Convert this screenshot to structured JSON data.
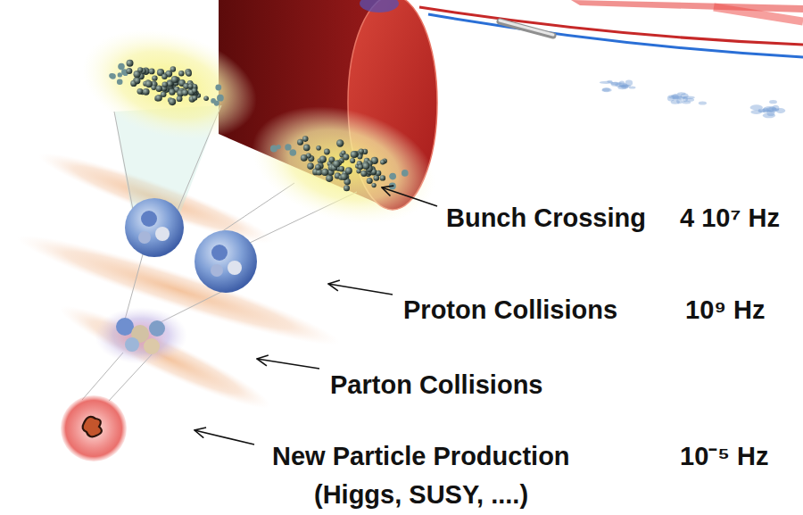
{
  "diagram": {
    "labels": [
      "Bunch Crossing",
      "4 10⁷ Hz",
      "Proton Collisions",
      "10⁹ Hz",
      "Parton Collisions",
      "New Particle Production",
      "(Higgs, SUSY, ....)",
      "10⁻⁵ Hz"
    ]
  }
}
